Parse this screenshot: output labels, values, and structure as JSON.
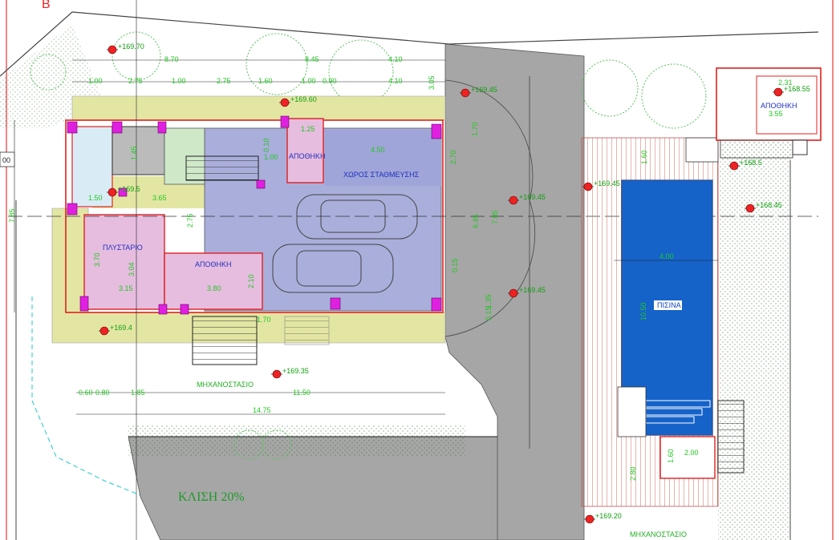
{
  "sheet_letter": "B",
  "rooms": {
    "parking": "ΧΩΡΟΣ ΣΤΑΘΜΕΥΣΗΣ",
    "laundry": "ΠΛΥΣΤΑΡΙΟ",
    "storage_main": "ΑΠΟΘΗΚΗ",
    "storage_small": "ΑΠΟΘΗΚΗ",
    "storage_right": "ΑΠΟΘΗΚΗ",
    "machine_room": "ΜΗΧΑΝΟΣΤΑΣΙΟ",
    "machine_room_2": "ΜΗΧΑΝΟΣΤΑΣΙΟ",
    "pool": "ΠΙΣΙΝΑ",
    "slope": "ΚΛΙΣΗ 20%"
  },
  "levels": [
    "+169.70",
    "+169.60",
    "+169.45",
    "+169.45",
    "+169.45",
    "+169.5",
    "+169.4",
    "+169.35",
    "+169.20",
    "+168.55",
    "+168.5",
    "+168.45",
    "+169.45"
  ],
  "dims_top": [
    "8.70",
    "8.45",
    "4.10",
    "1.00",
    "2.75",
    "1.00",
    "2.75",
    "1.60",
    "1.00",
    "0.90",
    "4.10",
    "3.05"
  ],
  "dims_building": [
    "1.25",
    "0.10",
    "1.00",
    "4.50",
    "2.70",
    "1.70",
    "1.45",
    "6.45",
    "7.85",
    "0.15",
    "1.35",
    "0.15",
    "1.50",
    "3.65",
    "2.75",
    "3.70",
    "3.04",
    "3.15",
    "3.80",
    "2.10",
    "1.70"
  ],
  "dims_bottom": [
    "0.60",
    "0.80",
    "1.85",
    "11.50",
    "14.75"
  ],
  "dims_pool": [
    "4.00",
    "10.50",
    "2.00",
    "1.60",
    "2.80",
    "1.60",
    "2.31",
    "3.55"
  ],
  "left_dims": [
    "7.85",
    "00"
  ]
}
